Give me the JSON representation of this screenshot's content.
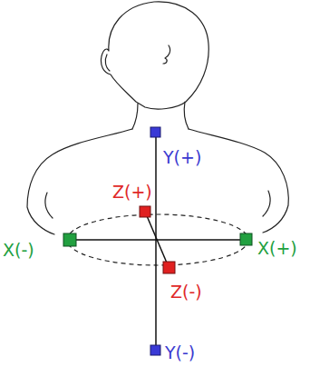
{
  "diagram": {
    "labels": [
      "Y(+)",
      "Z(+)",
      "X(-)",
      "X(+)",
      "Z(-)",
      "Y(-)"
    ]
  }
}
